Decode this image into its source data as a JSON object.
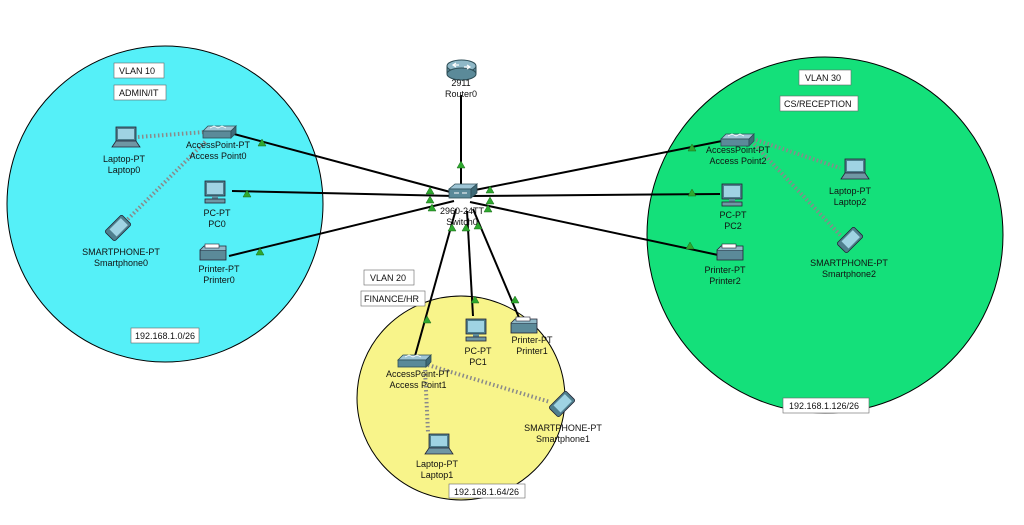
{
  "zones": [
    {
      "id": "vlan10",
      "vlan": "VLAN 10",
      "dept": "ADMIN/IT",
      "subnet": "192.168.1.0/26",
      "color": "#55f0f8"
    },
    {
      "id": "vlan20",
      "vlan": "VLAN 20",
      "dept": "FINANCE/HR",
      "subnet": "192.168.1.64/26",
      "color": "#f8f48a"
    },
    {
      "id": "vlan30",
      "vlan": "VLAN 30",
      "dept": "CS/RECEPTION",
      "subnet": "192.168.1.126/26",
      "color": "#14e07a"
    }
  ],
  "devices": {
    "router0": {
      "model": "2911",
      "name": "Router0",
      "icon": "router-icon"
    },
    "switch0": {
      "model": "2960-24TT",
      "name": "Switch0",
      "icon": "switch-icon"
    },
    "ap0": {
      "model": "AccessPoint-PT",
      "name": "Access Point0",
      "icon": "access-point-icon"
    },
    "laptop0": {
      "model": "Laptop-PT",
      "name": "Laptop0",
      "icon": "laptop-icon"
    },
    "pc0": {
      "model": "PC-PT",
      "name": "PC0",
      "icon": "pc-icon"
    },
    "smartphone0": {
      "model": "SMARTPHONE-PT",
      "name": "Smartphone0",
      "icon": "smartphone-icon"
    },
    "printer0": {
      "model": "Printer-PT",
      "name": "Printer0",
      "icon": "printer-icon"
    },
    "ap1": {
      "model": "AccessPoint-PT",
      "name": "Access Point1",
      "icon": "access-point-icon"
    },
    "pc1": {
      "model": "PC-PT",
      "name": "PC1",
      "icon": "pc-icon"
    },
    "printer1": {
      "model": "Printer-PT",
      "name": "Printer1",
      "icon": "printer-icon"
    },
    "laptop1": {
      "model": "Laptop-PT",
      "name": "Laptop1",
      "icon": "laptop-icon"
    },
    "smartphone1": {
      "model": "SMARTPHONE-PT",
      "name": "Smartphone1",
      "icon": "smartphone-icon"
    },
    "ap2": {
      "model": "AccessPoint-PT",
      "name": "Access Point2",
      "icon": "access-point-icon"
    },
    "laptop2": {
      "model": "Laptop-PT",
      "name": "Laptop2",
      "icon": "laptop-icon"
    },
    "pc2": {
      "model": "PC-PT",
      "name": "PC2",
      "icon": "pc-icon"
    },
    "printer2": {
      "model": "Printer-PT",
      "name": "Printer2",
      "icon": "printer-icon"
    },
    "smartphone2": {
      "model": "SMARTPHONE-PT",
      "name": "Smartphone2",
      "icon": "smartphone-icon"
    }
  },
  "colors": {
    "wired_link": "#000000",
    "wireless_link": "#888888",
    "link_up": "#2ea82e"
  }
}
